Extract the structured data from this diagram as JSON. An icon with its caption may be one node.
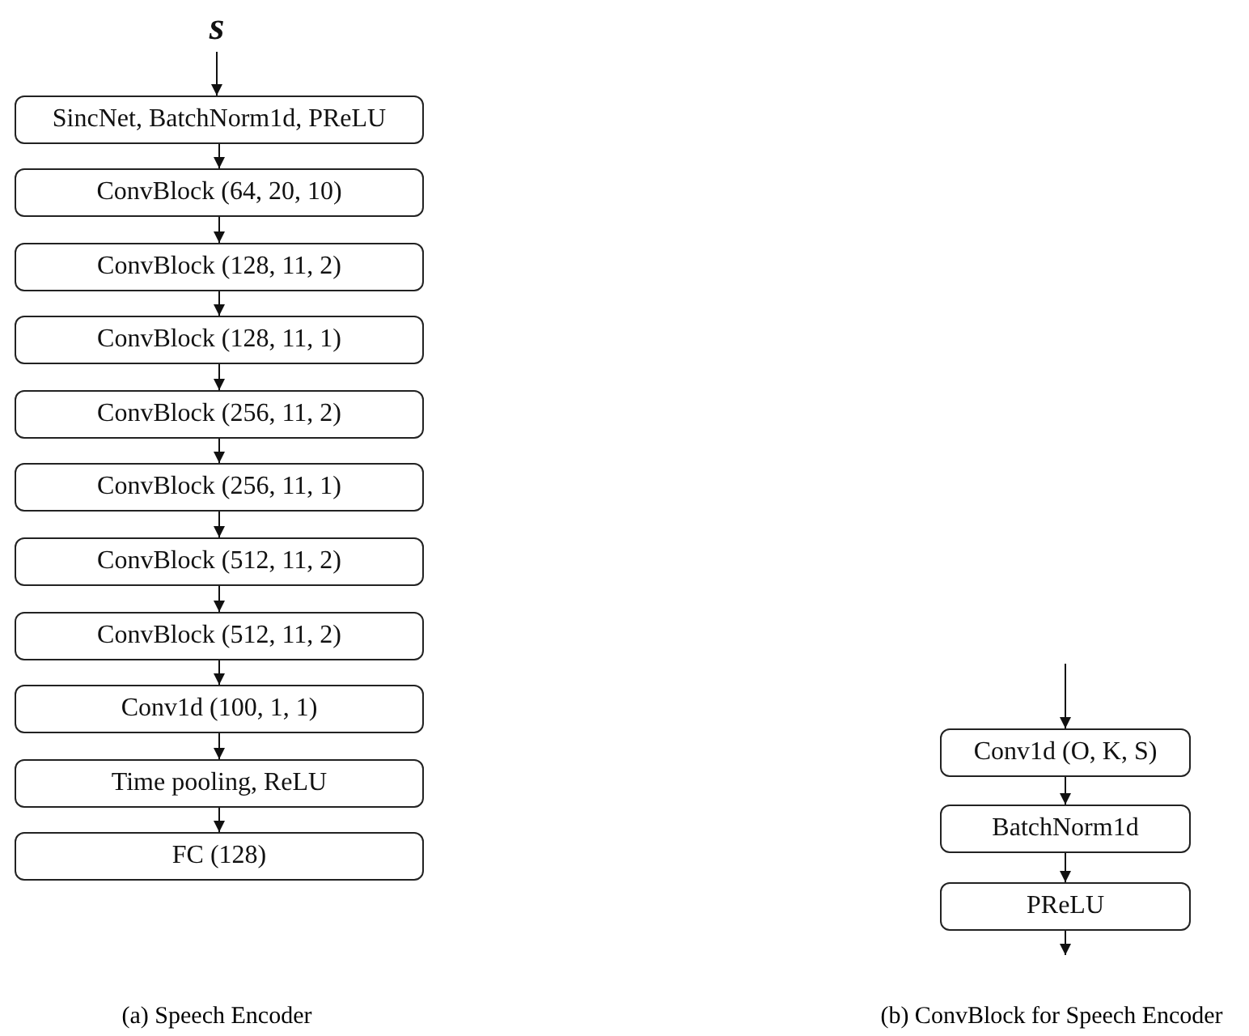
{
  "diagram": {
    "nodes": [
      {
        "text": [
          "s"
        ]
      },
      {
        "text": [
          "SincNet, BatchNorm1d, PReLU"
        ]
      },
      {
        "text": [
          "ConvBlock (64, 20, 10)"
        ]
      },
      {
        "text": [
          "ConvBlock (128, 11, 2)"
        ]
      },
      {
        "text": [
          "ConvBlock (128, 11, 1)"
        ]
      },
      {
        "text": [
          "ConvBlock (256, 11, 2)"
        ]
      },
      {
        "text": [
          "ConvBlock (256, 11, 1)"
        ]
      },
      {
        "text": [
          "ConvBlock (512, 11, 2)"
        ]
      },
      {
        "text": [
          "ConvBlock (512, 11, 2)"
        ]
      },
      {
        "text": [
          "Conv1d (100, 1, 1)"
        ]
      },
      {
        "text": [
          "Time pooling, ReLU"
        ]
      },
      {
        "text": [
          "FC (128)"
        ]
      },
      {
        "text": [
          "Conv1d (O, K, S)"
        ]
      },
      {
        "text": [
          "BatchNorm1d"
        ]
      },
      {
        "text": [
          "PReLU"
        ]
      }
    ],
    "edges": [
      {
        "from": 0,
        "to": 1,
        "arrow": "to"
      },
      {
        "from": 1,
        "to": 2,
        "arrow": "to"
      },
      {
        "from": 2,
        "to": 3,
        "arrow": "to"
      },
      {
        "from": 3,
        "to": 4,
        "arrow": "to"
      },
      {
        "from": 4,
        "to": 5,
        "arrow": "to"
      },
      {
        "from": 5,
        "to": 6,
        "arrow": "to"
      },
      {
        "from": 6,
        "to": 7,
        "arrow": "to"
      },
      {
        "from": 7,
        "to": 8,
        "arrow": "to"
      },
      {
        "from": 8,
        "to": 9,
        "arrow": "to"
      },
      {
        "from": 9,
        "to": 10,
        "arrow": "to"
      },
      {
        "from": 10,
        "to": 11,
        "arrow": "to"
      },
      {
        "from": null,
        "to": 12,
        "arrow": "to"
      },
      {
        "from": 12,
        "to": 13,
        "arrow": "to"
      },
      {
        "from": 13,
        "to": 14,
        "arrow": "to"
      },
      {
        "from": 14,
        "to": null,
        "arrow": "to"
      }
    ],
    "labels": [
      "(a) Speech Encoder",
      "(b) ConvBlock for Speech Encoder"
    ]
  }
}
